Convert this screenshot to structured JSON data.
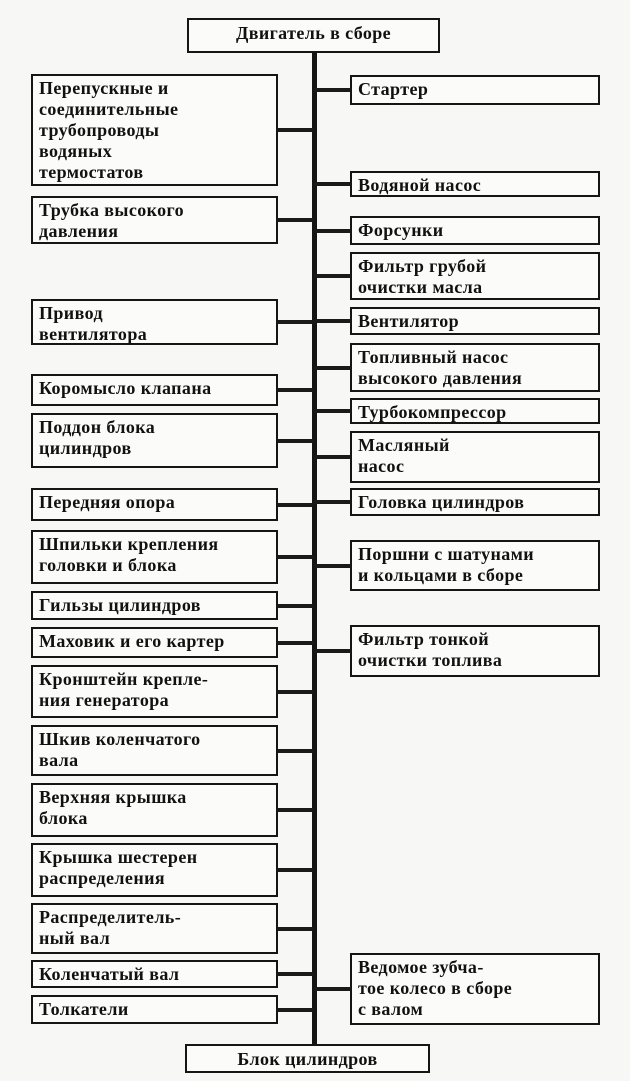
{
  "diagram": {
    "top": {
      "lines": [
        "Двигатель в сборе"
      ]
    },
    "bottom": {
      "lines": [
        "Блок цилиндров"
      ]
    },
    "left": [
      {
        "lines": [
          "Перепускные и",
          "соединительные",
          "трубопроводы",
          "водяных",
          "термостатов"
        ]
      },
      {
        "lines": [
          "Трубка  высокого",
          "давления"
        ]
      },
      {
        "lines": [
          "Привод",
          "вентилятора"
        ]
      },
      {
        "lines": [
          "Коромысло клапана"
        ]
      },
      {
        "lines": [
          "Поддон блока",
          "цилиндров"
        ]
      },
      {
        "lines": [
          "Передняя опора"
        ]
      },
      {
        "lines": [
          "Шпильки крепления",
          "головки и блока"
        ]
      },
      {
        "lines": [
          "Гильзы цилиндров"
        ]
      },
      {
        "lines": [
          "Маховик и его картер"
        ]
      },
      {
        "lines": [
          "Кронштейн крепле-",
          "ния генератора"
        ]
      },
      {
        "lines": [
          "Шкив коленчатого",
          "вала"
        ]
      },
      {
        "lines": [
          "Верхняя крышка",
          "блока"
        ]
      },
      {
        "lines": [
          "Крышка шестерен",
          "распределения"
        ]
      },
      {
        "lines": [
          "Распределитель-",
          "ный вал"
        ]
      },
      {
        "lines": [
          "Коленчатый вал"
        ]
      },
      {
        "lines": [
          "Толкатели"
        ]
      }
    ],
    "right": [
      {
        "lines": [
          "Стартер"
        ]
      },
      {
        "lines": [
          "Водяной насос"
        ]
      },
      {
        "lines": [
          "Форсунки"
        ]
      },
      {
        "lines": [
          "Фильтр грубой",
          "очистки масла"
        ]
      },
      {
        "lines": [
          "Вентилятор"
        ]
      },
      {
        "lines": [
          "Топливный насос",
          "высокого давления"
        ]
      },
      {
        "lines": [
          "Турбокомпрессор"
        ]
      },
      {
        "lines": [
          "Масляный",
          "насос"
        ]
      },
      {
        "lines": [
          "Головка цилиндров"
        ]
      },
      {
        "lines": [
          "Поршни с шатунами",
          "и кольцами в сборе"
        ]
      },
      {
        "lines": [
          "Фильтр тонкой",
          "очистки топлива"
        ]
      },
      {
        "lines": [
          "Ведомое зубча-",
          "тое колесо в сборе",
          "с валом"
        ]
      }
    ]
  }
}
